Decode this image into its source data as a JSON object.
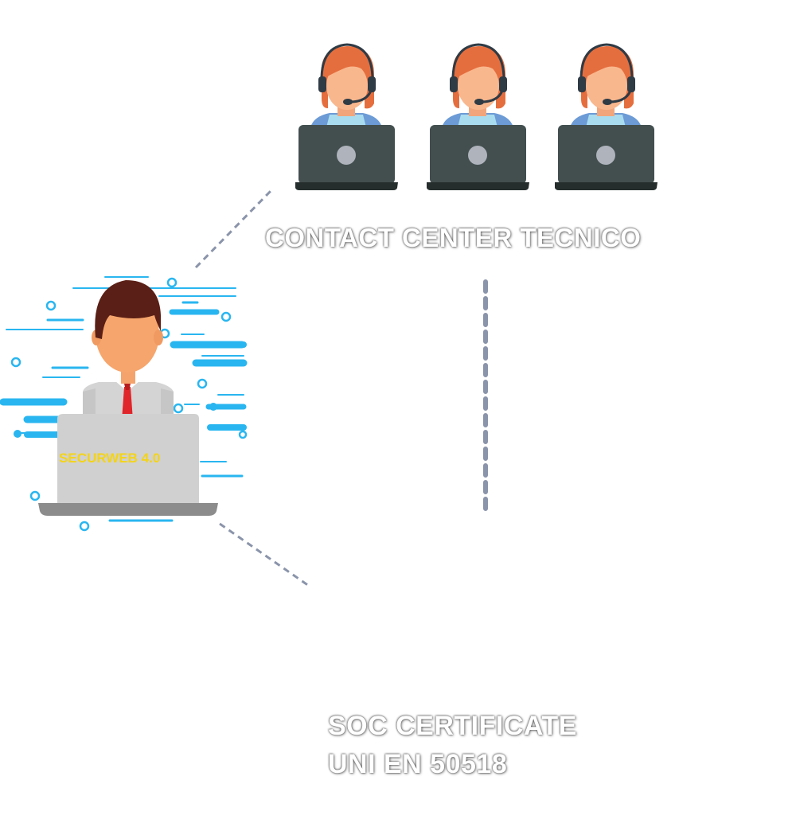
{
  "contact_center": {
    "label": "CONTACT CENTER TECNICO",
    "operators": [
      {
        "icon": "headset-operator-icon"
      },
      {
        "icon": "headset-operator-icon"
      },
      {
        "icon": "headset-operator-icon"
      }
    ]
  },
  "user_station": {
    "icon": "business-user-icon",
    "laptop_label": "SECURWEB 4.0"
  },
  "soc": {
    "line1": "SOC CERTIFICATE",
    "line2": "UNI EN 50518"
  },
  "colors": {
    "connector": "#8a94aa",
    "data_stream": "#29b6f0",
    "laptop_dark": "#434f4f",
    "hair_operator": "#e56e3e",
    "skin": "#f9b78e",
    "user_hair": "#5a1f16",
    "user_laptop": "#d0d0d0",
    "label_accent": "#f5d414"
  }
}
